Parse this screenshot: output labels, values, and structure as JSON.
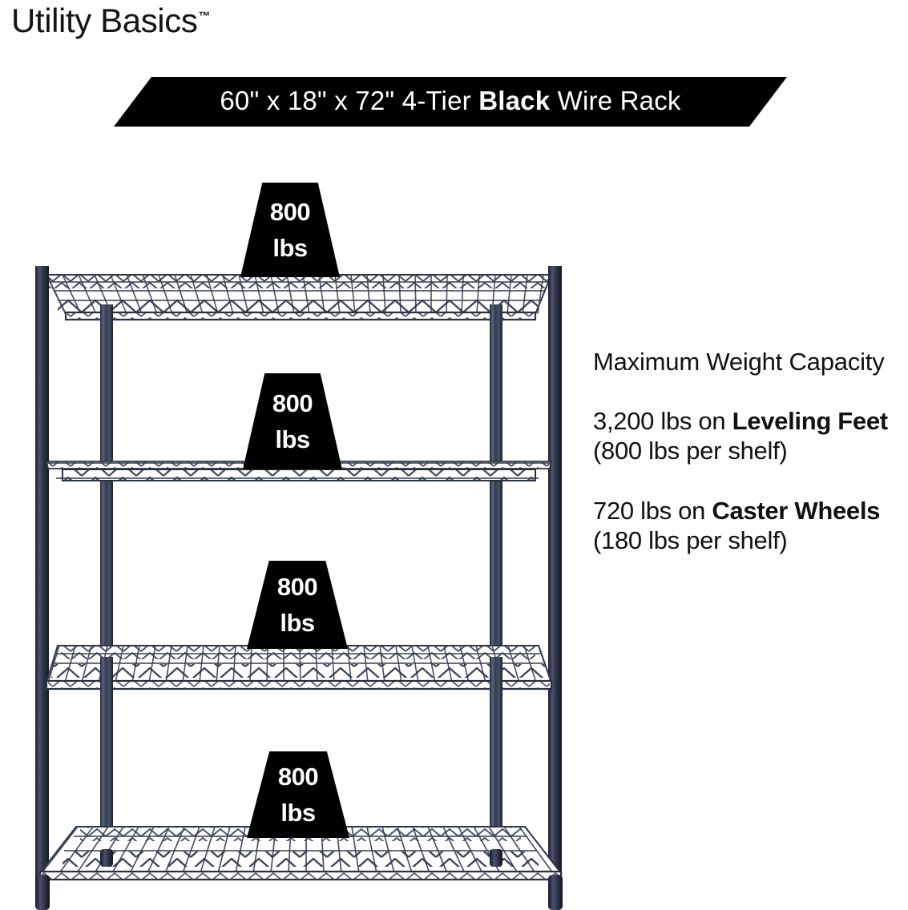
{
  "brand": {
    "name": "Utility Basics",
    "trademark": "™"
  },
  "banner": {
    "dimensions": "60\" x 18\" x 72\"",
    "tier": "4-Tier",
    "color_word": "Black",
    "product": "Wire Rack",
    "full_text": "60\" x 18\" x 72\" 4-Tier Black Wire Rack",
    "background_color": "#000000",
    "text_color": "#ffffff"
  },
  "badges": [
    {
      "number": "800",
      "unit": "lbs",
      "shelf": "1"
    },
    {
      "number": "800",
      "unit": "lbs",
      "shelf": "2"
    },
    {
      "number": "800",
      "unit": "lbs",
      "shelf": "3"
    },
    {
      "number": "800",
      "unit": "lbs",
      "shelf": "4"
    }
  ],
  "info": {
    "heading": "Maximum Weight Capacity",
    "leveling": {
      "lead": "3,200 lbs on ",
      "bold": "Leveling Feet",
      "tail": " (800 lbs per shelf)"
    },
    "caster": {
      "lead": "720 lbs on ",
      "bold": "Caster Wheels",
      "tail": " (180 lbs per shelf)"
    }
  },
  "product_render": {
    "type": "wire-shelving-rack",
    "tiers": 4,
    "frame_color": "#2b3142",
    "frame_highlight": "#6d7competency",
    "feet": "leveling-feet"
  }
}
